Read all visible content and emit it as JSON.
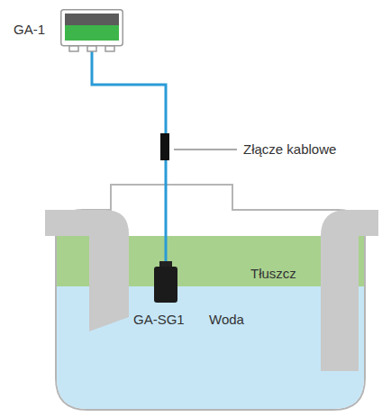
{
  "diagram": {
    "nodes": [
      {
        "text": [
          "GA-1"
        ]
      },
      {
        "text": [
          "Tłuszcz"
        ]
      },
      {
        "text": [
          "Woda"
        ]
      },
      {
        "text": [
          "GA-SG1"
        ]
      }
    ],
    "edges": [
      {
        "from": 0,
        "to": 3,
        "arrow": "none"
      }
    ],
    "labels": [
      "Złącze kablowe"
    ]
  }
}
